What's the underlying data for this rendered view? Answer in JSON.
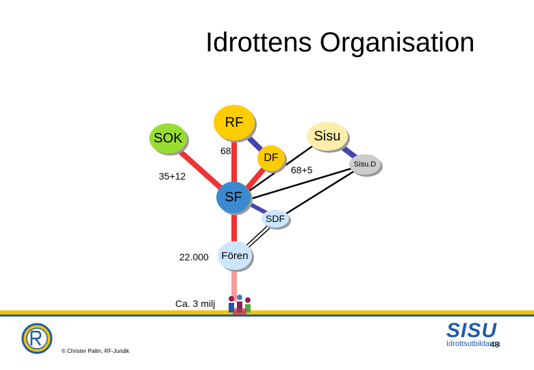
{
  "title": "Idrottens Organisation",
  "nodes": {
    "rf": "RF",
    "sok": "SOK",
    "sisu": "Sisu",
    "df": "DF",
    "sisud": "Sisu.D",
    "sf": "SF",
    "sdf": "SDF",
    "foren": "Fören"
  },
  "labels": {
    "rf_count": "68",
    "sok_count": "35+12",
    "df_count": "68+5",
    "foren_count": "22.000",
    "members": "Ca. 3 milj"
  },
  "footer": {
    "copyright": "© Christer Pallin, RF-Juridik",
    "page": "48",
    "sisu_logo_word": "SISU",
    "sisu_logo_sub": "Idrottsutbildarna"
  },
  "colors": {
    "rf": "#ffcc00",
    "sok": "#99dd33",
    "sisu": "#ffeeaa",
    "df": "#ffcc00",
    "sisud": "#cccccc",
    "sf": "#3a8ad0",
    "sdf": "#cce6ff",
    "foren": "#cce6ff",
    "red_link": "#ee3333",
    "blue_link": "#4444aa",
    "pink_link": "#ff9999",
    "footer_yellow": "#f2c200",
    "footer_blue": "#1f5ba8"
  }
}
